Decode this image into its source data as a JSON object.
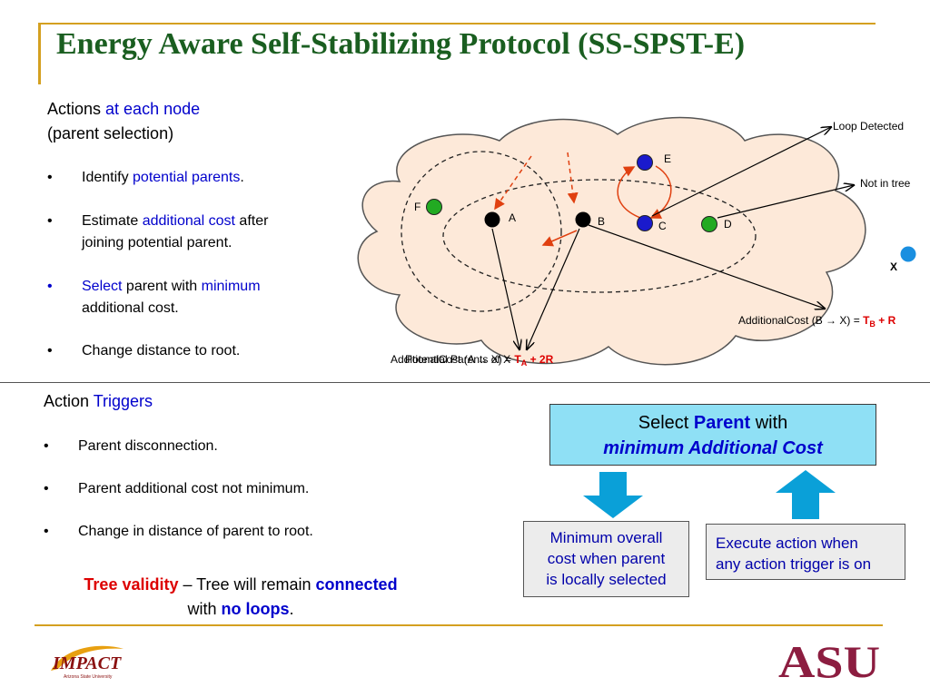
{
  "title": "Energy Aware Self-Stabilizing Protocol (SS-SPST-E)",
  "actions": {
    "heading_prefix": "Actions ",
    "heading_highlight": "at each node",
    "heading_sub": "(parent selection)",
    "bullets": [
      {
        "pre": "Identify ",
        "hl": "potential parents",
        "post": "."
      },
      {
        "pre": "Estimate ",
        "hl": "additional cost",
        "post": " after",
        "line2": "joining potential parent."
      },
      {
        "pre": "",
        "hl": "Select",
        "post": " parent with ",
        "hl2": "minimum",
        "line2": "additional cost."
      },
      {
        "pre": "Change distance to root.",
        "hl": "",
        "post": ""
      }
    ]
  },
  "diagram": {
    "nodes": [
      {
        "id": "F",
        "color": "#22aa22"
      },
      {
        "id": "A",
        "color": "#000000"
      },
      {
        "id": "B",
        "color": "#000000"
      },
      {
        "id": "E",
        "color": "#1a1acc"
      },
      {
        "id": "C",
        "color": "#1a1acc"
      },
      {
        "id": "D",
        "color": "#22aa22"
      },
      {
        "id": "X",
        "color": "#1a8fe0"
      }
    ],
    "loop_detected": "Loop Detected",
    "not_in_tree": "Not in tree",
    "x_label": "X",
    "cost_b_prefix": "AdditionalCost (B → X) = ",
    "cost_b_formula": "T",
    "cost_b_sub": "B",
    "cost_b_suffix": " + R",
    "cost_a_prefix": "AdditionalCost (A → X) = ",
    "cost_a_formula": "T",
    "cost_a_sub": "A",
    "cost_a_suffix": " + 2R",
    "potential_parents": "Potential Parents of X"
  },
  "triggers": {
    "heading_prefix": "Action ",
    "heading_highlight": "Triggers",
    "bullets": [
      "Parent disconnection.",
      "Parent additional cost not minimum.",
      "Change in distance of parent to root."
    ]
  },
  "select_box": {
    "l1_pre": "Select ",
    "l1_bold": "Parent",
    "l1_post": " with",
    "l2": "minimum Additional Cost"
  },
  "min_box": [
    "Minimum overall",
    "cost when parent",
    "is locally selected"
  ],
  "exec_box": [
    "Execute action when",
    "any action trigger is on"
  ],
  "validity": {
    "red": "Tree validity",
    "mid": " – Tree will remain ",
    "hl": "connected",
    "l2_pre": "with ",
    "l2_hl": "no loops",
    "l2_post": "."
  },
  "logos": {
    "impact": "IMPACT",
    "impact_sub": "Arizona State University",
    "asu": "ASU"
  },
  "colors": {
    "title": "#1a5e20",
    "accent": "#d4a020",
    "highlight": "#0000cc",
    "red": "#dd0000",
    "arrow_fill": "#0aa0d8"
  }
}
